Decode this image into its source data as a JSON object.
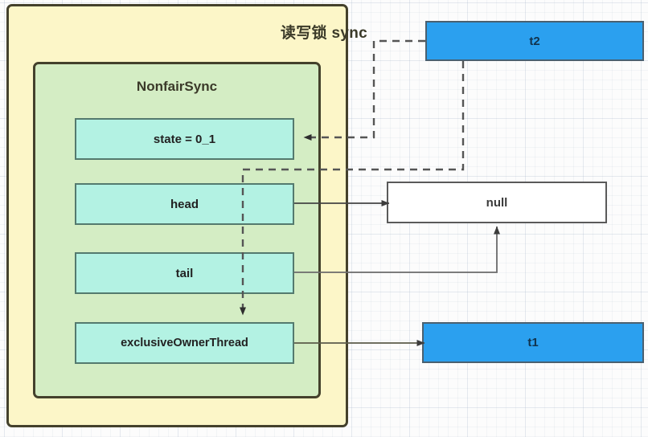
{
  "diagram": {
    "title": "读写锁 sync",
    "subtitle": "NonfairSync",
    "outer_fill": "#fcf6c8",
    "inner_fill": "#d4edc4",
    "field_fill": "#b3f2e3",
    "thread_fill": "#2ba0ef",
    "null_fill": "#ffffff",
    "stroke": "#44412c"
  },
  "fields": [
    {
      "id": "state",
      "label": "state = 0_1"
    },
    {
      "id": "head",
      "label": "head"
    },
    {
      "id": "tail",
      "label": "tail"
    },
    {
      "id": "owner",
      "label": "exclusiveOwnerThread"
    }
  ],
  "nodes": [
    {
      "id": "null",
      "label": "null"
    },
    {
      "id": "t2",
      "label": "t2"
    },
    {
      "id": "t1",
      "label": "t1"
    }
  ],
  "edges": [
    {
      "id": "t2-to-state",
      "from": "t2",
      "to": "state",
      "style": "dashed"
    },
    {
      "id": "t2-to-owner",
      "from": "t2",
      "to": "owner",
      "style": "dashed"
    },
    {
      "id": "head-to-null",
      "from": "head",
      "to": "null",
      "style": "solid"
    },
    {
      "id": "tail-to-null",
      "from": "tail",
      "to": "null",
      "style": "solid"
    },
    {
      "id": "owner-to-t1",
      "from": "owner",
      "to": "t1",
      "style": "solid"
    }
  ]
}
